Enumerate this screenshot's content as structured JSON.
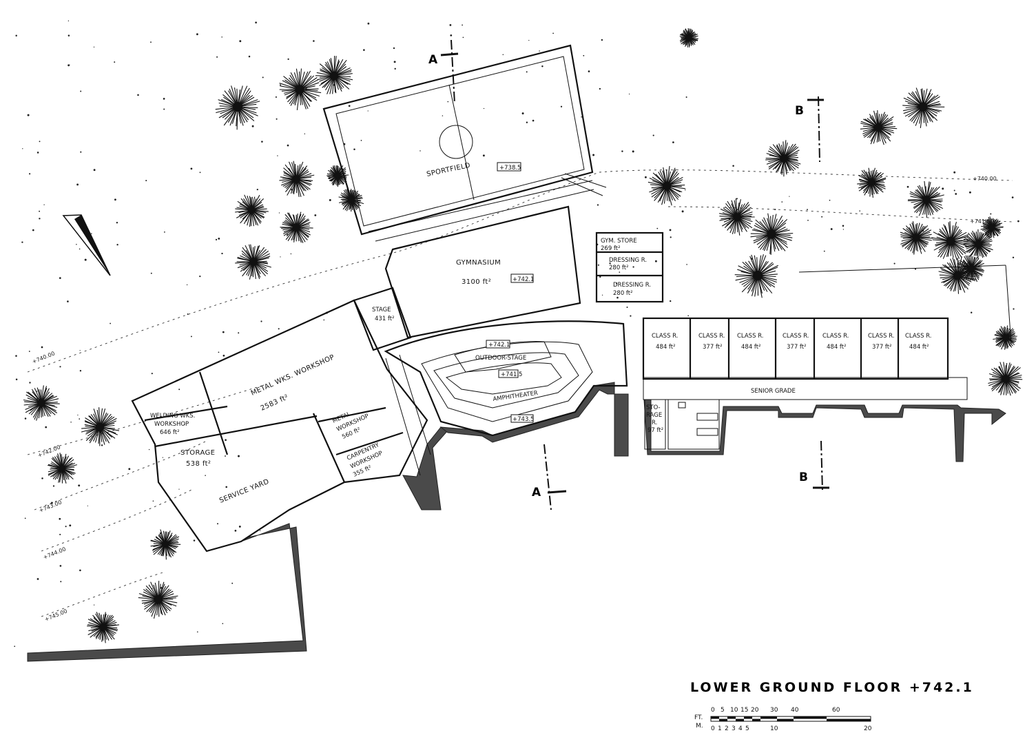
{
  "title": "LOWER GROUND FLOOR +742.1",
  "rooms": {
    "sportfield": "SPORTFIELD",
    "gymnasium": "GYMNASIUM",
    "gymnasium_area": "3100 ft²",
    "gym_store": "GYM. STORE",
    "gym_store_area": "269 ft²",
    "dressing1": "DRESSING R.",
    "dressing1_area": "280 ft²",
    "dressing2": "DRESSING R.",
    "dressing2_area": "280 ft²",
    "stage": "STAGE",
    "stage_area": "431 ft²",
    "outdoor_stage": "OUTDOOR-STAGE",
    "amphitheater": "AMPHITHEATER",
    "welding_1": "WELDING WKS.",
    "welding_2": "WORKSHOP",
    "welding_area": "646 ft²",
    "metal_wks": "METAL WKS. WORKSHOP",
    "metal_wks_area": "2583 ft²",
    "storage": "STORAGE",
    "storage_area": "538 ft²",
    "metal_ws_1": "METAL",
    "metal_ws_2": "WORKSHOP",
    "metal_ws_area": "560 ft²",
    "carpentry_1": "CARPENTRY",
    "carpentry_2": "WORKSHOP",
    "carpentry_area": "355 ft²",
    "service_yard": "SERVICE YARD",
    "storage_small_1": "STO-",
    "storage_small_2": "RAGE",
    "storage_small_3": "R.",
    "storage_small_area": "97 ft²",
    "senior_grade": "SENIOR GRADE",
    "classrooms": [
      {
        "label": "CLASS R.",
        "area": "484 ft²"
      },
      {
        "label": "CLASS R.",
        "area": "377 ft²"
      },
      {
        "label": "CLASS R.",
        "area": "484 ft²"
      },
      {
        "label": "CLASS R.",
        "area": "377 ft²"
      },
      {
        "label": "CLASS R.",
        "area": "484 ft²"
      },
      {
        "label": "CLASS R.",
        "area": "377 ft²"
      },
      {
        "label": "CLASS R.",
        "area": "484 ft²"
      }
    ]
  },
  "levels": {
    "sportfield": "+738.5",
    "gymnasium": "+742.1",
    "outdoor_stage": "+742.1",
    "amphitheater_mid": "+741.5",
    "amphitheater_low": "+743.5"
  },
  "contours": [
    "+740.00",
    "+742.00",
    "+743.00",
    "+744.00",
    "+745.00",
    "+740.00",
    "+741.00"
  ],
  "section_marks": {
    "a": "A",
    "b": "B"
  },
  "scale": {
    "ft_label": "FT.",
    "m_label": "M.",
    "ft_ticks": [
      "0",
      "5",
      "10",
      "15",
      "20",
      "30",
      "40",
      "60"
    ],
    "m_ticks": [
      "0",
      "1",
      "2",
      "3",
      "4",
      "5",
      "10",
      "20"
    ]
  },
  "colors": {
    "ink": "#111111",
    "shade": "#4a4a4a",
    "paper": "#ffffff"
  }
}
